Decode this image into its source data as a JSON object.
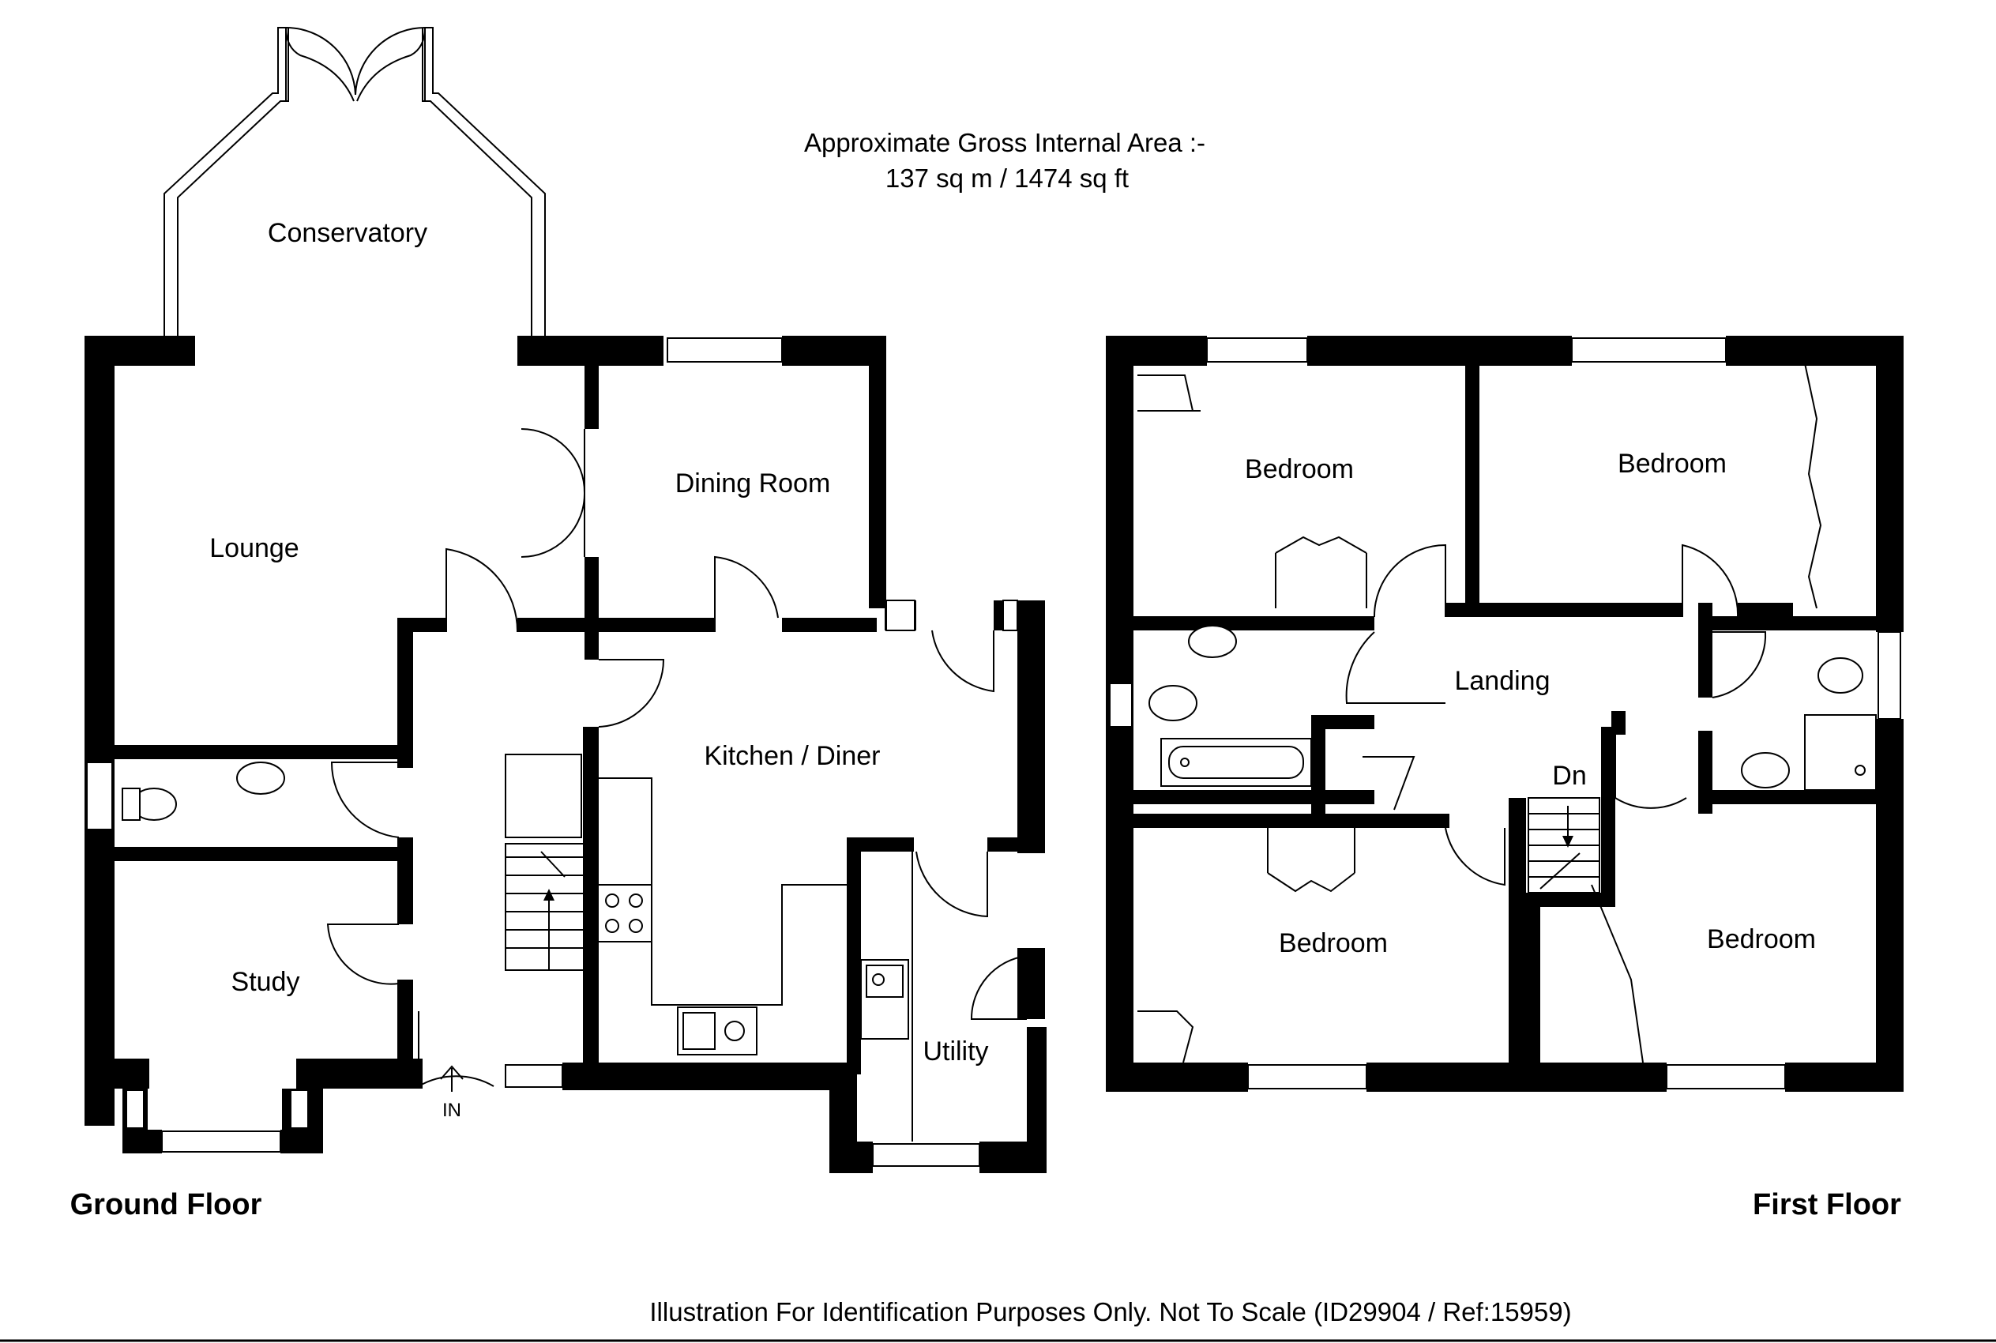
{
  "header": {
    "area_line1": "Approximate Gross Internal Area :-",
    "area_line2": "137 sq m /  1474 sq ft"
  },
  "ground_floor": {
    "title": "Ground Floor",
    "rooms": {
      "conservatory": "Conservatory",
      "lounge": "Lounge",
      "dining_room": "Dining Room",
      "kitchen_diner": "Kitchen / Diner",
      "study": "Study",
      "utility": "Utility"
    },
    "entrance": "IN"
  },
  "first_floor": {
    "title": "First Floor",
    "rooms": {
      "bedroom_1": "Bedroom",
      "bedroom_2": "Bedroom",
      "bedroom_3": "Bedroom",
      "bedroom_4": "Bedroom",
      "landing": "Landing"
    },
    "stairs_down": "Dn"
  },
  "footer": {
    "disclaimer": "Illustration For Identification Purposes Only. Not To Scale (ID29904 / Ref:15959)"
  }
}
